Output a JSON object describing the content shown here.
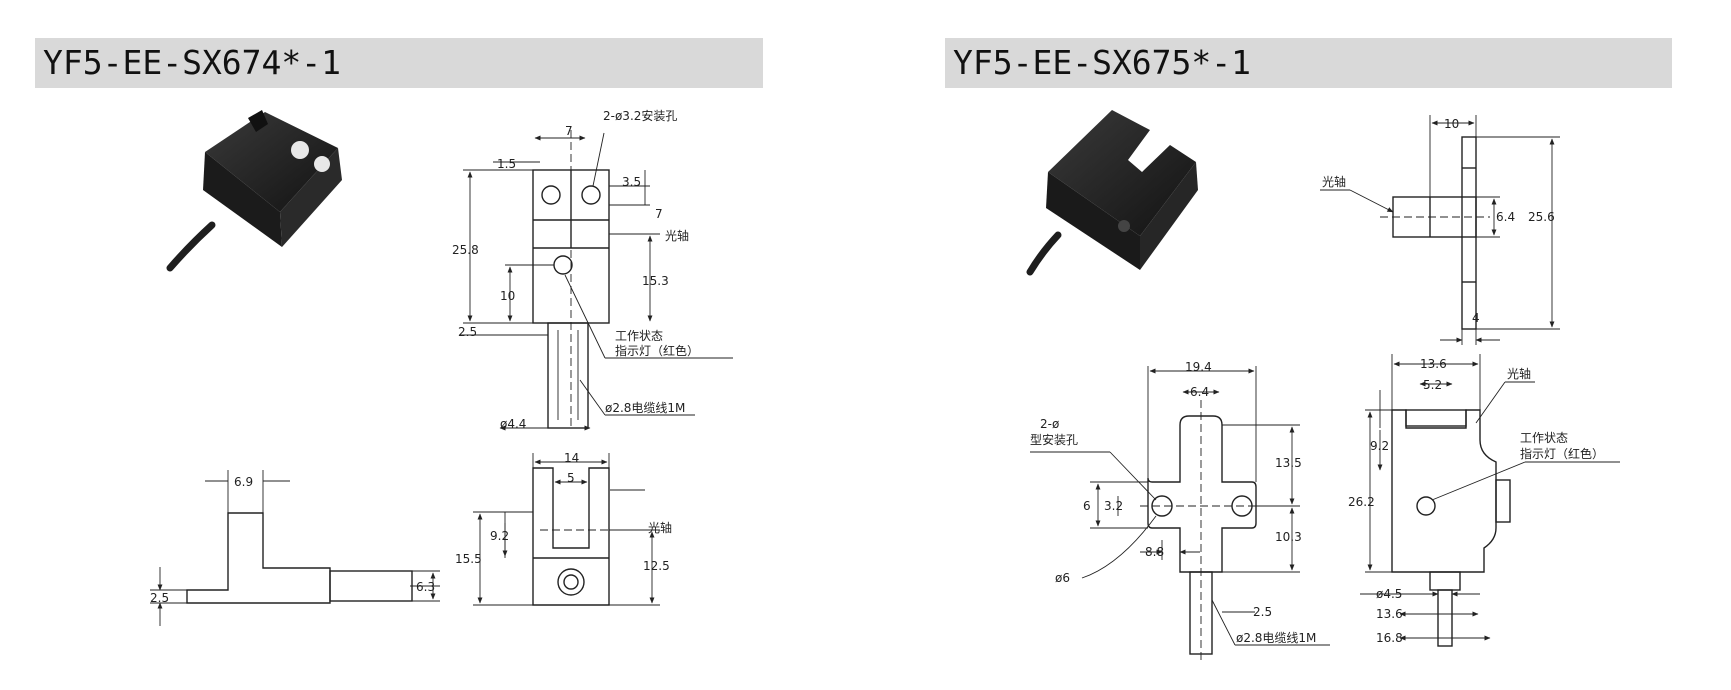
{
  "sections": [
    {
      "title": "YF5-EE-SX674*-1",
      "dims": {
        "d7": "7",
        "d1_5": "1.5",
        "d3_5": "3.5",
        "d7b": "7",
        "d25_8": "25.8",
        "d10": "10",
        "d15_3": "15.3",
        "d2_5": "2.5",
        "d4_4": "ø4.4",
        "d6_9": "6.9",
        "d2_5b": "2.5",
        "d6_3": "6.3",
        "d14": "14",
        "d5": "5",
        "d9_2": "9.2",
        "d15_5": "15.5",
        "d12_5": "12.5"
      },
      "notes": {
        "mount_holes": "2-ø3.2安装孔",
        "optical_axis": "光轴",
        "indicator_line1": "工作状态",
        "indicator_line2": "指示灯（红色）",
        "cable": "ø2.8电缆线1M",
        "optical_axis_b": "光轴"
      }
    },
    {
      "title": "YF5-EE-SX675*-1",
      "dims": {
        "d10": "10",
        "d6_4": "6.4",
        "d25_6": "25.6",
        "d4": "4",
        "d19_4": "19.4",
        "d6_4b": "6.4",
        "d13_5": "13.5",
        "d6": "6",
        "d3_2": "3.2",
        "d8_8": "8.8",
        "d10_3": "10.3",
        "d2_5": "2.5",
        "d_phi6": "ø6",
        "d13_6": "13.6",
        "d5_2": "5.2",
        "d9_2": "9.2",
        "d26_2": "26.2",
        "d4_5": "ø4.5",
        "d13_6b": "13.6",
        "d16_8": "16.8"
      },
      "notes": {
        "optical_axis": "光轴",
        "mount_holes_line1": "2-ø",
        "mount_holes_line2": "型安装孔",
        "cable": "ø2.8电缆线1M",
        "optical_axis_b": "光轴",
        "indicator_line1": "工作状态",
        "indicator_line2": "指示灯（红色）"
      }
    }
  ]
}
